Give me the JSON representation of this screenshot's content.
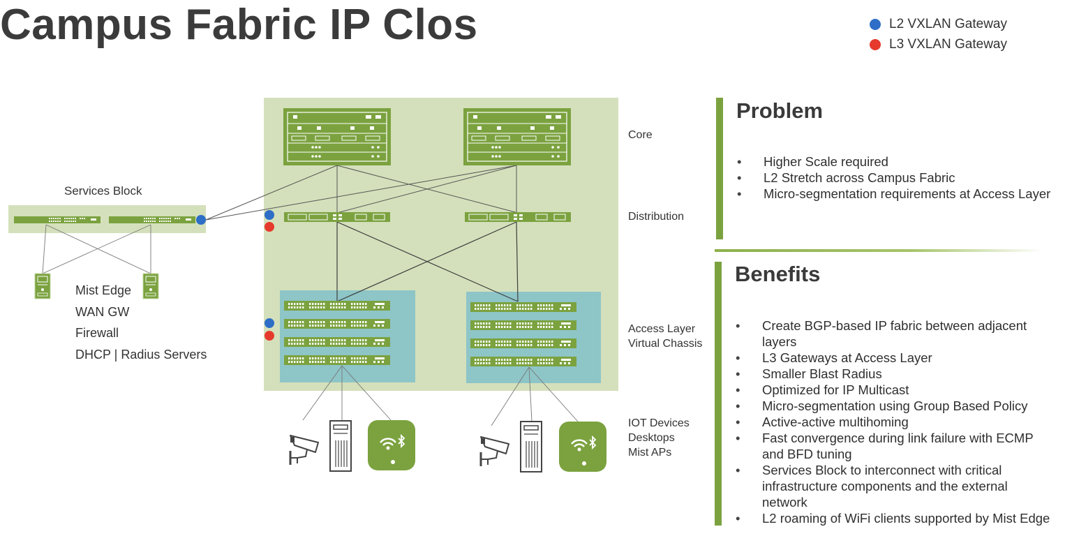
{
  "title": "Campus Fabric IP Clos",
  "legend": [
    {
      "label": "L2 VXLAN Gateway",
      "color": "#2e6ec7"
    },
    {
      "label": "L3 VXLAN Gateway",
      "color": "#e53a2c"
    }
  ],
  "layers": {
    "core": "Core",
    "distribution": "Distribution",
    "access_line1": "Access Layer",
    "access_line2": "Virtual Chassis",
    "endpoints_line1": "IOT Devices",
    "endpoints_line2": "Desktops",
    "endpoints_line3": "Mist APs"
  },
  "services_block": {
    "label": "Services Block",
    "items": [
      "Mist Edge",
      "WAN GW",
      "Firewall",
      "DHCP | Radius Servers"
    ]
  },
  "problem": {
    "heading": "Problem",
    "bullets": [
      "Higher Scale required",
      "L2 Stretch across Campus Fabric",
      "Micro-segmentation requirements at Access Layer"
    ]
  },
  "benefits": {
    "heading": "Benefits",
    "bullets": [
      "Create BGP-based IP fabric between adjacent layers",
      "L3 Gateways at Access Layer",
      "Smaller Blast Radius",
      "Optimized for IP Multicast",
      "Micro-segmentation using Group Based Policy",
      "Active-active multihoming",
      "Fast convergence during link failure with ECMP and BFD tuning",
      "Services Block to interconnect with critical infrastructure components and the external network",
      "L2 roaming of WiFi clients supported by Mist Edge"
    ]
  },
  "colors": {
    "device_green": "#7ba23f",
    "fabric_bg": "#d4e0bb",
    "access_bg": "#8ec5c7",
    "l2_blue": "#2e6ec7",
    "l3_red": "#e53a2c"
  },
  "icons": {
    "camera": "security-camera-icon",
    "desktop": "desktop-tower-icon",
    "ap": "wifi-bluetooth-access-point-icon"
  }
}
